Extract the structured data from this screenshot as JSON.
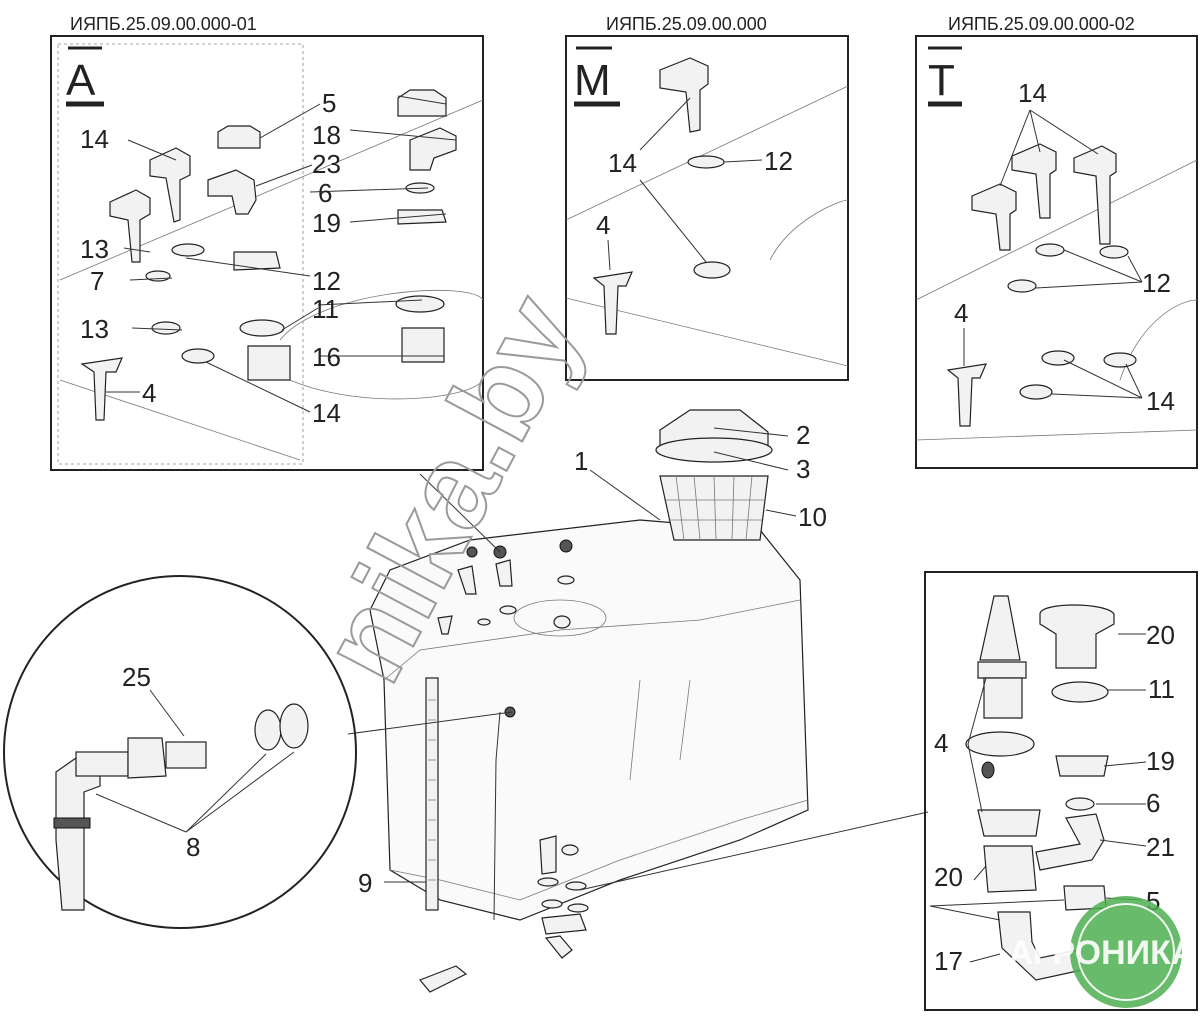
{
  "panels": {
    "a": {
      "code": "ИЯПБ.25.09.00.000-01",
      "letter": "A"
    },
    "m": {
      "code": "ИЯПБ.25.09.00.000",
      "letter": "M"
    },
    "t": {
      "code": "ИЯПБ.25.09.00.000-02",
      "letter": "T"
    }
  },
  "callouts": {
    "a": [
      "5",
      "18",
      "14",
      "23",
      "6",
      "19",
      "13",
      "7",
      "12",
      "11",
      "13",
      "16",
      "4",
      "14"
    ],
    "m": [
      "14",
      "12",
      "4"
    ],
    "t": [
      "14",
      "12",
      "4",
      "14"
    ],
    "main": [
      "1",
      "2",
      "3",
      "10",
      "9"
    ],
    "circle": [
      "25",
      "8"
    ],
    "detail": [
      "20",
      "11",
      "4",
      "19",
      "6",
      "21",
      "20",
      "5",
      "17"
    ]
  },
  "watermark": "nika.by",
  "logo": {
    "text": "АГРОНИКА",
    "color": "#4caf50"
  }
}
